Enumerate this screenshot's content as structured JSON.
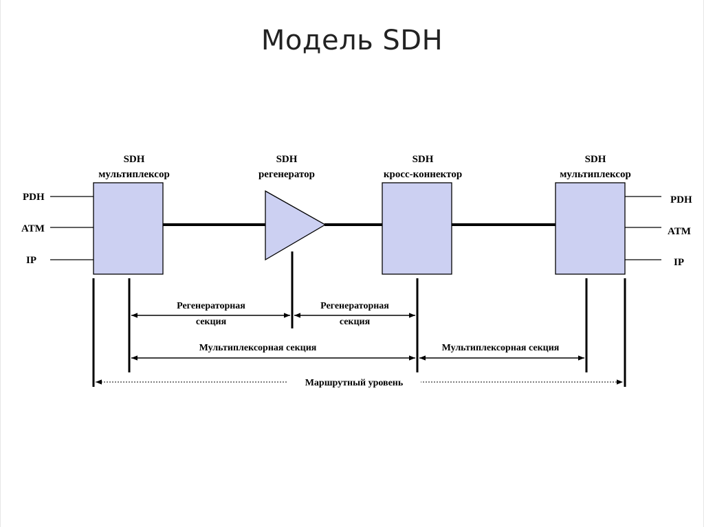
{
  "title": "Модель SDH",
  "colors": {
    "node_fill": "#ccd0f2",
    "line": "#000000"
  },
  "nodes": [
    {
      "line1": "SDH",
      "line2": "мультиплексор"
    },
    {
      "line1": "SDH",
      "line2": "регенератор"
    },
    {
      "line1": "SDH",
      "line2": "кросс-коннектор"
    },
    {
      "line1": "SDH",
      "line2": "мультиплексор"
    }
  ],
  "left_inputs": [
    "PDH",
    "ATM",
    "IP"
  ],
  "right_outputs": [
    "PDH",
    "ATM",
    "IP"
  ],
  "sections": {
    "regen1": {
      "line1": "Регенераторная",
      "line2": "секция"
    },
    "regen2": {
      "line1": "Регенераторная",
      "line2": "секция"
    },
    "mux1": "Мультиплексорная секция",
    "mux2": "Мультиплексорная секция",
    "route": "Маршрутный уровень"
  }
}
